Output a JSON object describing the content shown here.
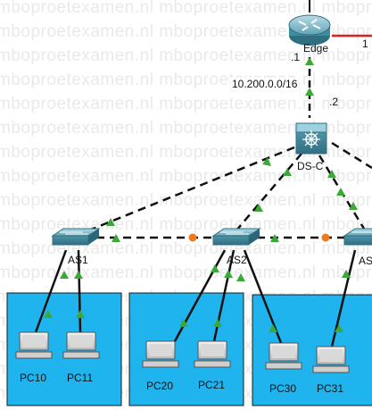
{
  "watermark": "mboproetexamen.nl  mboproetexamen.nl  mboproetexamen.nl",
  "devices": {
    "router": {
      "label": "Edge"
    },
    "multilayer_switch": {
      "label": "DS-C"
    },
    "switches": [
      {
        "id": "as1",
        "label": "AS1"
      },
      {
        "id": "as2",
        "label": "AS2"
      },
      {
        "id": "as3",
        "label": "AS"
      }
    ],
    "pcs": [
      {
        "id": "pc10",
        "label": "PC10"
      },
      {
        "id": "pc11",
        "label": "PC11"
      },
      {
        "id": "pc20",
        "label": "PC20"
      },
      {
        "id": "pc21",
        "label": "PC21"
      },
      {
        "id": "pc30",
        "label": "PC30"
      },
      {
        "id": "pc31",
        "label": "PC31"
      }
    ]
  },
  "network": {
    "subnet": "10.200.0.0/16",
    "edge_interface": ".1",
    "ds_interface": ".2",
    "right_edge_label": "1"
  },
  "colors": {
    "link_up": "#3aa935",
    "link_blocked": "#f07a1a",
    "serial_link": "#e02020",
    "vlan_area": "#1fb4ee",
    "device_teal": "#3f8ea0"
  }
}
